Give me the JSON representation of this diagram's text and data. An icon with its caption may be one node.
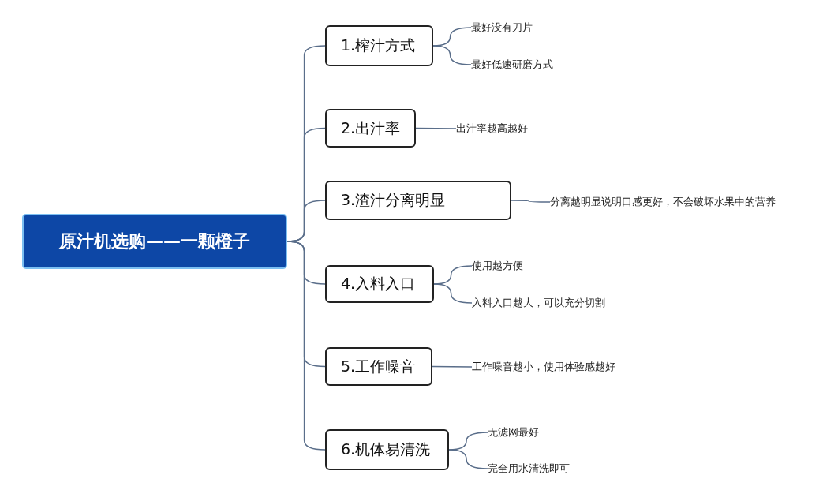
{
  "diagram": {
    "nodes": [
      {
        "text": [
          "原汁机选购——一颗橙子"
        ]
      },
      {
        "text": [
          "1.榨汁方式"
        ]
      },
      {
        "text": [
          "最好没有刀片"
        ]
      },
      {
        "text": [
          "最好低速研磨方式"
        ]
      },
      {
        "text": [
          "2.出汁率"
        ]
      },
      {
        "text": [
          "出汁率越高越好"
        ]
      },
      {
        "text": [
          "3.渣汁分离明显"
        ]
      },
      {
        "text": [
          "分离越明显说明口感更好，不会破坏水果中的营养"
        ]
      },
      {
        "text": [
          "4.入料入口"
        ]
      },
      {
        "text": [
          "使用越方便"
        ]
      },
      {
        "text": [
          "入料入口越大，可以充分切割"
        ]
      },
      {
        "text": [
          "5.工作噪音"
        ]
      },
      {
        "text": [
          "工作噪音越小，使用体验感越好"
        ]
      },
      {
        "text": [
          "6.机体易清洗"
        ]
      },
      {
        "text": [
          "无滤网最好"
        ]
      },
      {
        "text": [
          "完全用水清洗即可"
        ]
      }
    ],
    "edges": [
      {
        "from": 0,
        "to": 1,
        "arrow": "none"
      },
      {
        "from": 0,
        "to": 4,
        "arrow": "none"
      },
      {
        "from": 0,
        "to": 6,
        "arrow": "none"
      },
      {
        "from": 0,
        "to": 8,
        "arrow": "none"
      },
      {
        "from": 0,
        "to": 11,
        "arrow": "none"
      },
      {
        "from": 0,
        "to": 13,
        "arrow": "none"
      },
      {
        "from": 1,
        "to": 2,
        "arrow": "none"
      },
      {
        "from": 1,
        "to": 3,
        "arrow": "none"
      },
      {
        "from": 4,
        "to": 5,
        "arrow": "none"
      },
      {
        "from": 6,
        "to": 7,
        "arrow": "none"
      },
      {
        "from": 8,
        "to": 9,
        "arrow": "none"
      },
      {
        "from": 8,
        "to": 10,
        "arrow": "none"
      },
      {
        "from": 11,
        "to": 12,
        "arrow": "none"
      },
      {
        "from": 13,
        "to": 14,
        "arrow": "none"
      },
      {
        "from": 13,
        "to": 15,
        "arrow": "none"
      }
    ]
  }
}
